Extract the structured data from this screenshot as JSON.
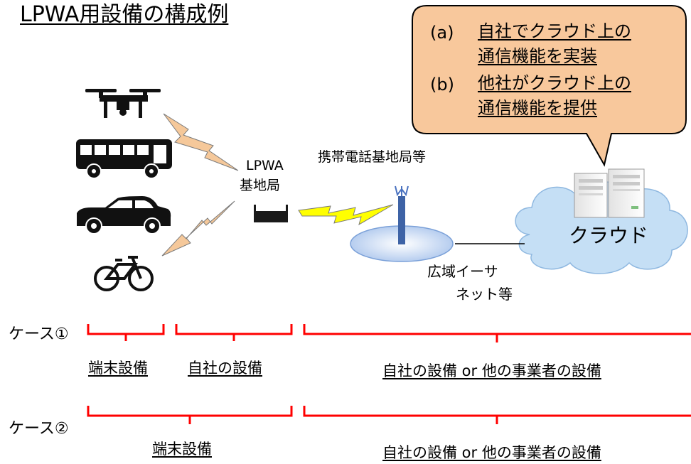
{
  "title": "LPWA用設備の構成例",
  "callout": {
    "a_marker": "(a)",
    "a_line1": "自社でクラウド上の",
    "a_line2": "通信機能を実装",
    "b_marker": "(b)",
    "b_line1": "他社がクラウド上の",
    "b_line2": "通信機能を提供"
  },
  "lpwa_station": {
    "line1": "LPWA",
    "line2": "基地局"
  },
  "mobile_station_label": "携帯電話基地局等",
  "ethernet_label": {
    "line1": "広域イーサ",
    "line2": "ネット等"
  },
  "cloud_label": "クラウド",
  "icons": [
    "drone-icon",
    "bus-icon",
    "car-icon",
    "bicycle-icon",
    "server-icon",
    "antenna-icon"
  ],
  "colors": {
    "bracket": "#ff0000",
    "callout_fill": "#f8c89c",
    "cloud_fill": "#c5dff5",
    "lightning_orange": "#f5c89a",
    "lightning_yellow": "#ffff00",
    "ellipse_fill": "#bcd3f2"
  },
  "cases": [
    {
      "label": "ケース①",
      "segments": [
        "端末設備",
        "自社の設備",
        "自社の設備 or 他の事業者の設備"
      ]
    },
    {
      "label": "ケース②",
      "segments": [
        "端末設備",
        "自社の設備 or 他の事業者の設備"
      ]
    }
  ]
}
